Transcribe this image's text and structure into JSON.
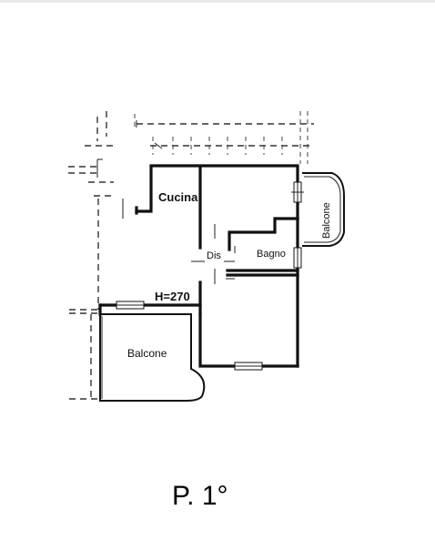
{
  "plan": {
    "rooms": {
      "kitchen": "Cucina",
      "corridor": "Dis",
      "bathroom": "Bagno",
      "balcony_bottom": "Balcone",
      "balcony_right": "Balcone"
    },
    "height_note": "H=270",
    "floor_label": "P. 1°"
  }
}
